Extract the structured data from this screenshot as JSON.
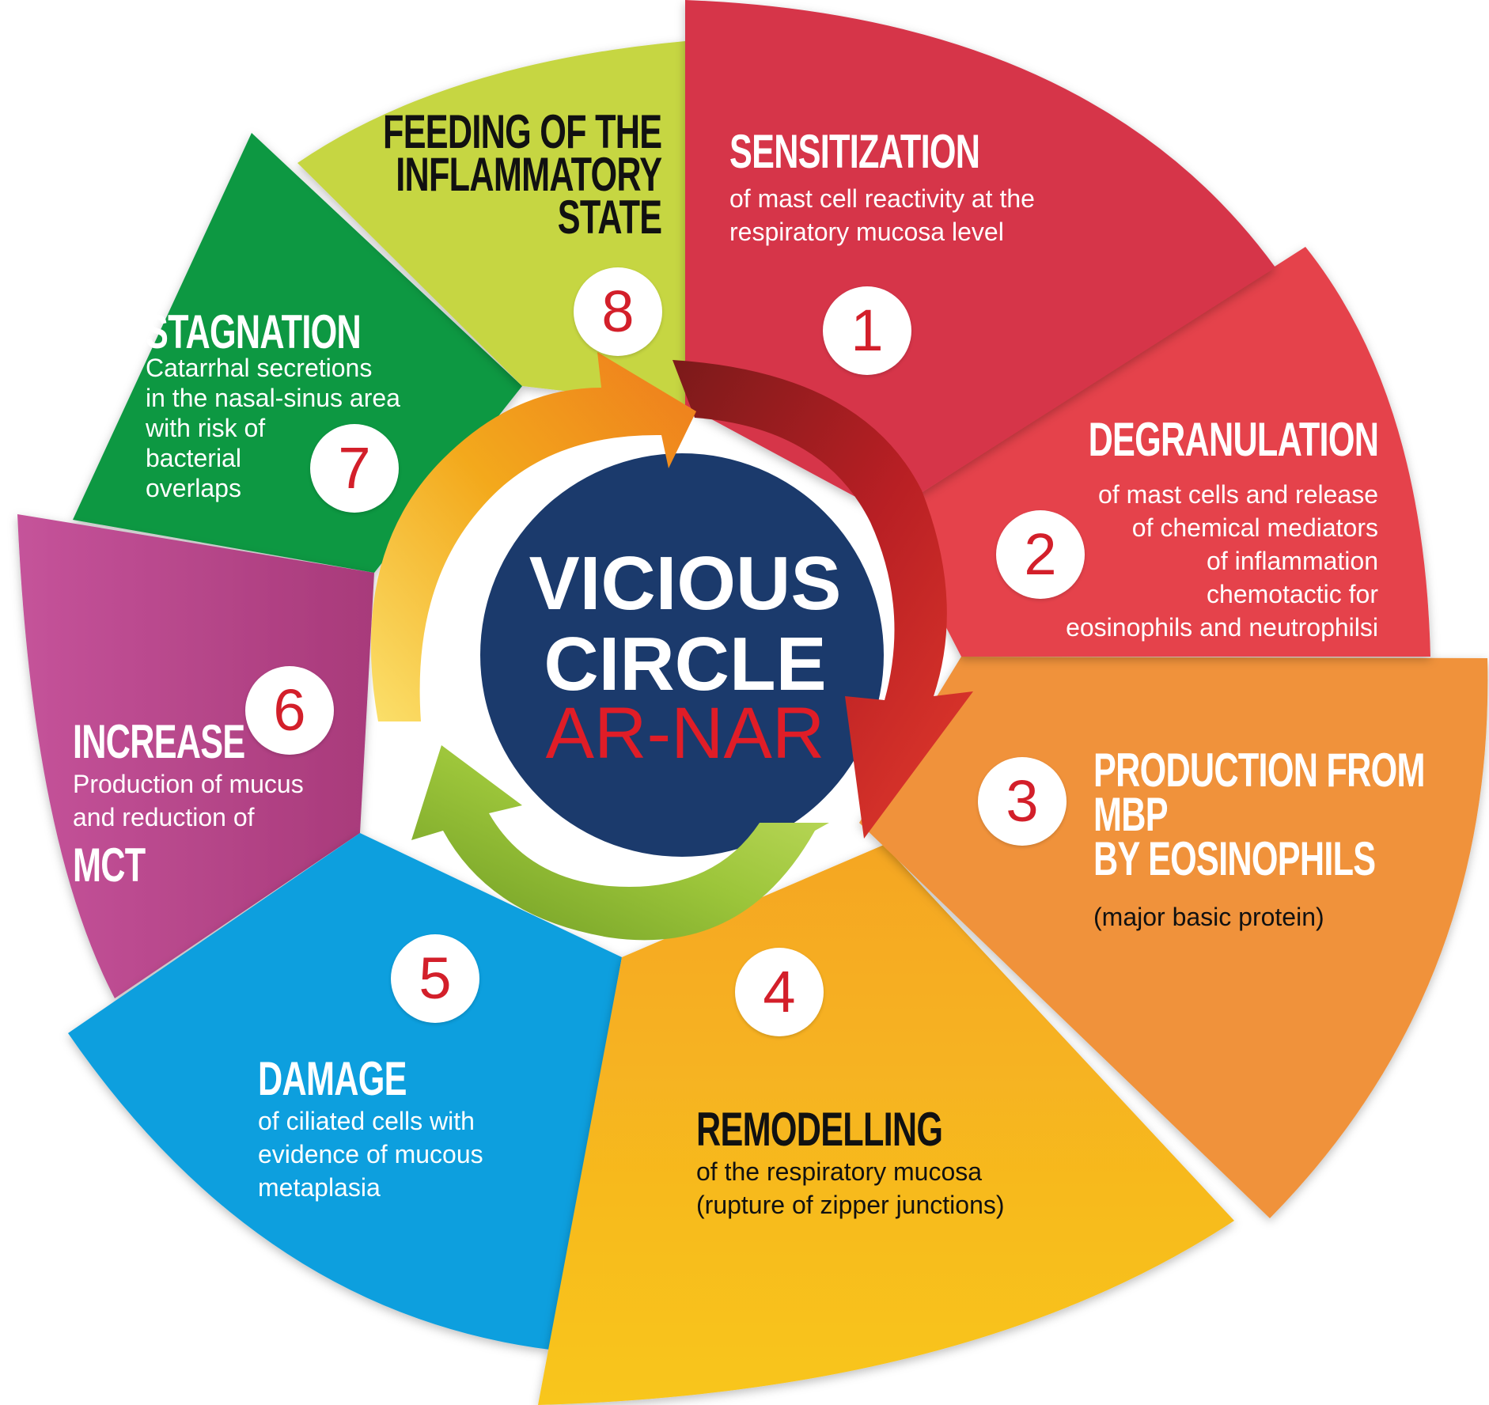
{
  "center": {
    "line1": "VICIOUS",
    "line2": "CIRCLE",
    "line3": "AR-NAR"
  },
  "steps": [
    {
      "number": "1",
      "title": "SENSITIZATION",
      "text": [
        "of mast cell reactivity at the",
        "respiratory mucosa level"
      ]
    },
    {
      "number": "2",
      "title": "DEGRANULATION",
      "text": [
        "of mast cells and release",
        "of chemical mediators",
        "of inflammation",
        "chemotactic for",
        "eosinophils and neutrophilsi"
      ]
    },
    {
      "number": "3",
      "title_lines": [
        "PRODUCTION FROM",
        "MBP",
        "BY EOSINOPHILS"
      ],
      "text": [
        "(major basic protein)"
      ]
    },
    {
      "number": "4",
      "title": "REMODELLING",
      "text": [
        "of the respiratory mucosa",
        "(rupture of zipper junctions)"
      ]
    },
    {
      "number": "5",
      "title": "DAMAGE",
      "text": [
        "of ciliated cells with",
        "evidence of mucous",
        "metaplasia"
      ]
    },
    {
      "number": "6",
      "title": "INCREASE",
      "text": [
        "Production of mucus",
        "and reduction of"
      ],
      "extra_title": "MCT"
    },
    {
      "number": "7",
      "title": "STAGNATION",
      "text": [
        "Catarrhal secretions",
        "in the nasal-sinus area",
        "with risk of",
        "bacterial",
        "overlaps"
      ]
    },
    {
      "number": "8",
      "title_lines": [
        "FEEDING OF THE",
        "INFLAMMATORY",
        "STATE"
      ]
    }
  ],
  "colors": {
    "step1": "#d6344a",
    "step2": "#e5434b",
    "step3": "#f0923a",
    "step4": "#f6b521",
    "step5": "#0c9fde",
    "step6": "#b6417f",
    "step7": "#0a9843",
    "step8": "#c6d643",
    "center": "#1b3a6c",
    "number": "#d31f2a",
    "accent_red": "#e01d27"
  }
}
